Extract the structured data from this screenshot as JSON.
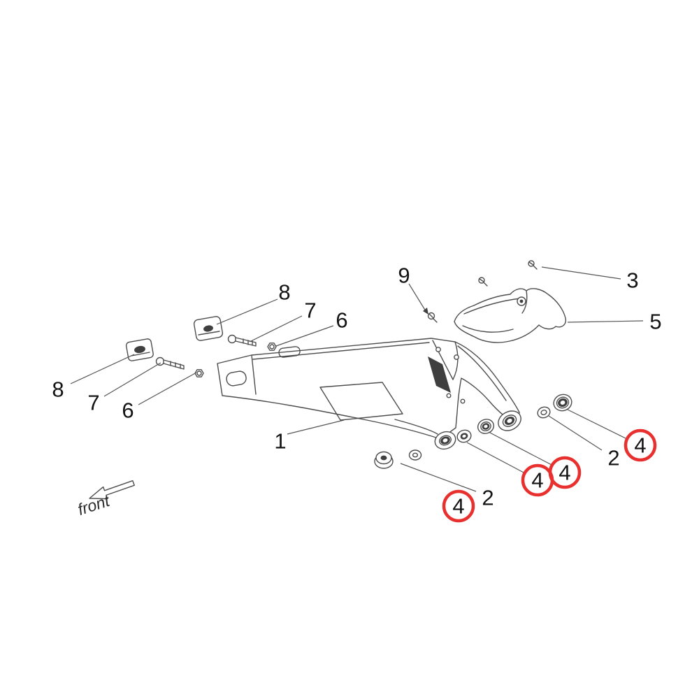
{
  "diagram": {
    "front_label": "front",
    "colors": {
      "highlight": "#e8312f",
      "line": "#4d4d4d"
    },
    "callouts": [
      {
        "id": "3",
        "label": "3",
        "circled": false
      },
      {
        "id": "5",
        "label": "5",
        "circled": false
      },
      {
        "id": "9",
        "label": "9",
        "circled": false
      },
      {
        "id": "8-top",
        "label": "8",
        "circled": false
      },
      {
        "id": "7-top",
        "label": "7",
        "circled": false
      },
      {
        "id": "6-top",
        "label": "6",
        "circled": false
      },
      {
        "id": "8-left",
        "label": "8",
        "circled": false
      },
      {
        "id": "7-left",
        "label": "7",
        "circled": false
      },
      {
        "id": "6-left",
        "label": "6",
        "circled": false
      },
      {
        "id": "1",
        "label": "1",
        "circled": false
      },
      {
        "id": "2-bottom",
        "label": "2",
        "circled": false
      },
      {
        "id": "4-bottom",
        "label": "4",
        "circled": true
      },
      {
        "id": "4-mid-left",
        "label": "4",
        "circled": true
      },
      {
        "id": "4-mid-right",
        "label": "4",
        "circled": true
      },
      {
        "id": "2-right",
        "label": "2",
        "circled": false
      },
      {
        "id": "4-right",
        "label": "4",
        "circled": true
      }
    ]
  }
}
